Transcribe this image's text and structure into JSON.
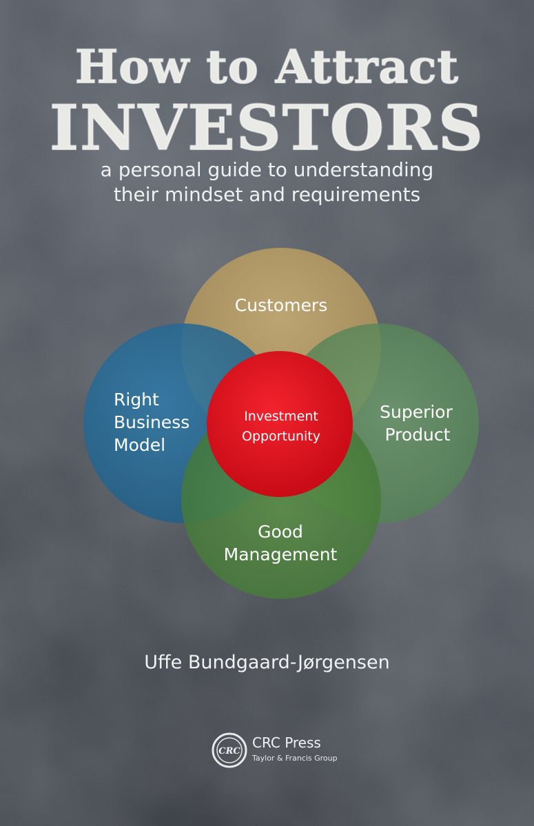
{
  "cover": {
    "title_line1": "How to Attract",
    "title_line2": "INVESTORS",
    "subtitle_line1": "a personal guide to understanding",
    "subtitle_line2": "their mindset and requirements",
    "author": "Uffe Bundgaard-Jørgensen"
  },
  "venn": {
    "customers": "Customers",
    "right_business_model_1": "Right",
    "right_business_model_2": "Business",
    "right_business_model_3": "Model",
    "superior_product_1": "Superior",
    "superior_product_2": "Product",
    "good_management_1": "Good",
    "good_management_2": "Management",
    "center_1": "Investment",
    "center_2": "Opportunity"
  },
  "colors": {
    "customers": "#b59a62",
    "right_business_model": "#2a6f9a",
    "superior_product": "#5f8f5f",
    "good_management": "#4f8540",
    "center": "#e3101e"
  },
  "publisher": {
    "logo_text": "CRC",
    "name": "CRC Press",
    "group": "Taylor & Francis Group"
  }
}
